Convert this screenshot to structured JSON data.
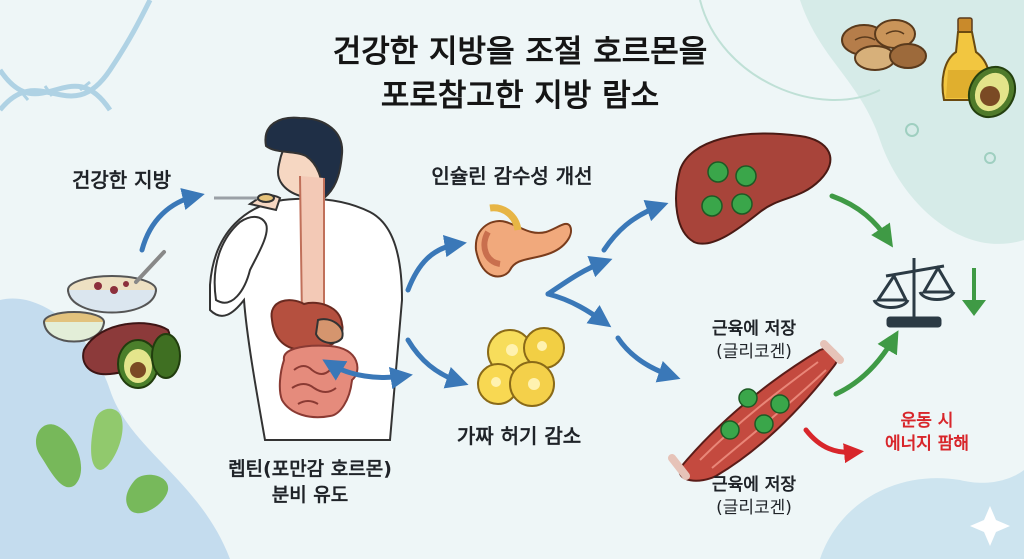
{
  "title": {
    "line1": "건강한 지방을 조절 호르몬을",
    "line2": "포로참고한 지방 람소"
  },
  "labels": {
    "healthy_fat": "건강한 지방",
    "insulin": "인슐린 감수성 개선",
    "fake_hunger": "가짜 허기 감소",
    "leptin_line1": "렙틴(포만감 호르몬)",
    "leptin_line2": "분비 유도",
    "muscle_top_line1": "근육에 저장",
    "muscle_top_line2": "(글리코겐)",
    "muscle_bottom_line1": "근육에 저장",
    "muscle_bottom_line2": "(글리코겐)",
    "exercise_line1": "운동 시",
    "exercise_line2": "에너지 팜해"
  },
  "icons": [
    "dna-icon",
    "nuts-icon",
    "oil-bottle-icon",
    "avocado-icon",
    "bowl-icon",
    "sweet-potato-icon",
    "pancreas-icon",
    "fat-cells-icon",
    "liver-icon",
    "scale-icon",
    "down-arrow-icon",
    "muscle-icon",
    "sparkle-icon"
  ],
  "colors": {
    "arrow_blue": "#3a78b8",
    "arrow_green": "#3f9a45",
    "arrow_red": "#d8262b",
    "liver": "#a8443a",
    "glycogen": "#3aa64a",
    "muscle": "#c44a3f"
  }
}
